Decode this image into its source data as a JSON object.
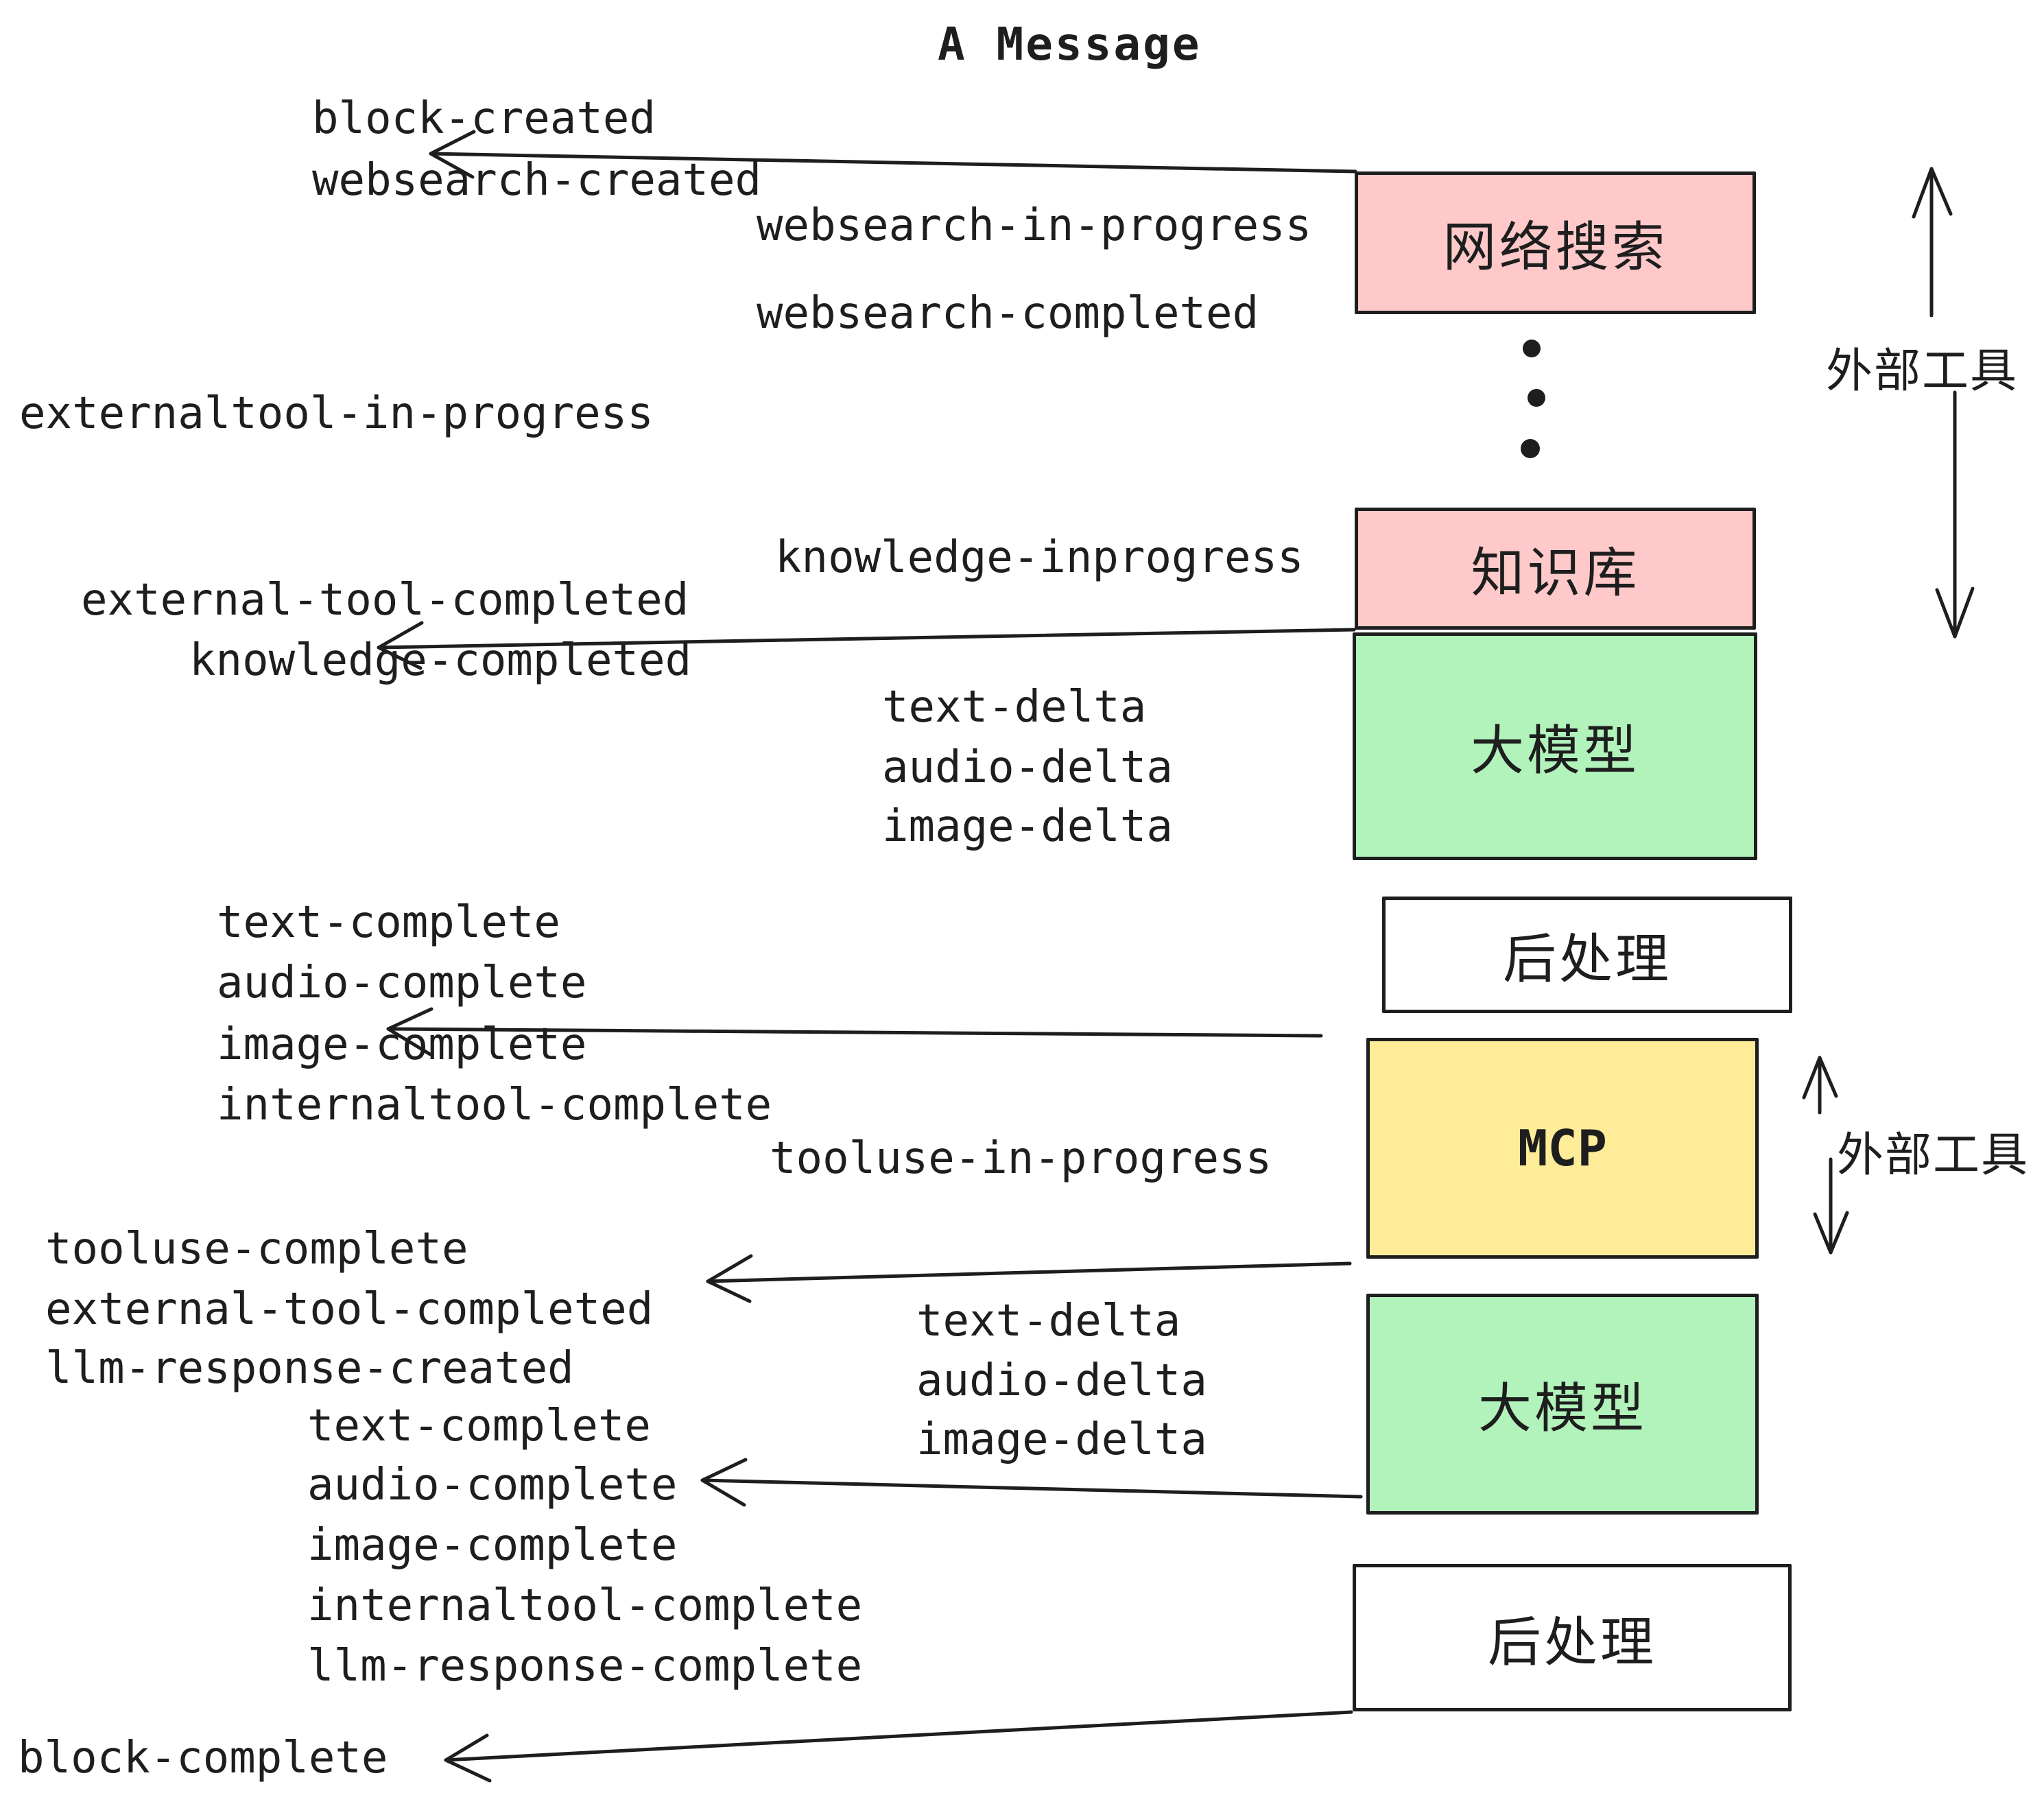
{
  "title": "A Message",
  "colors": {
    "stroke": "#1e1e1e",
    "pink": "#ffc9c9",
    "green": "#b2f2bb",
    "yellow": "#ffec99",
    "white": "#ffffff",
    "background": "#ffffff"
  },
  "boxes": [
    {
      "label": "网络搜索",
      "fill": "#ffc9c9"
    },
    {
      "label": "知识库",
      "fill": "#ffc9c9"
    },
    {
      "label": "大模型",
      "fill": "#b2f2bb"
    },
    {
      "label": "后处理",
      "fill": "#ffffff"
    },
    {
      "label": "MCP",
      "fill": "#ffec99"
    },
    {
      "label": "大模型",
      "fill": "#b2f2bb"
    },
    {
      "label": "后处理",
      "fill": "#ffffff"
    }
  ],
  "annotations": {
    "external_tools_top": "外部工具",
    "external_tools_bottom": "外部工具"
  },
  "events": [
    {
      "text": "block-created"
    },
    {
      "text": "websearch-created"
    },
    {
      "text": "websearch-in-progress"
    },
    {
      "text": "websearch-completed"
    },
    {
      "text": "externaltool-in-progress"
    },
    {
      "text": "knowledge-inprogress"
    },
    {
      "text": "external-tool-completed"
    },
    {
      "text": "knowledge-completed"
    },
    {
      "text": "text-delta"
    },
    {
      "text": "audio-delta"
    },
    {
      "text": "image-delta"
    },
    {
      "text": "text-complete"
    },
    {
      "text": "audio-complete"
    },
    {
      "text": "image-complete"
    },
    {
      "text": "internaltool-complete"
    },
    {
      "text": "tooluse-in-progress"
    },
    {
      "text": "tooluse-complete"
    },
    {
      "text": "external-tool-completed"
    },
    {
      "text": "llm-response-created"
    },
    {
      "text": "text-complete"
    },
    {
      "text": "text-delta"
    },
    {
      "text": "audio-delta"
    },
    {
      "text": "image-delta"
    },
    {
      "text": "audio-complete"
    },
    {
      "text": "image-complete"
    },
    {
      "text": "internaltool-complete"
    },
    {
      "text": "llm-response-complete"
    },
    {
      "text": "block-complete"
    }
  ]
}
